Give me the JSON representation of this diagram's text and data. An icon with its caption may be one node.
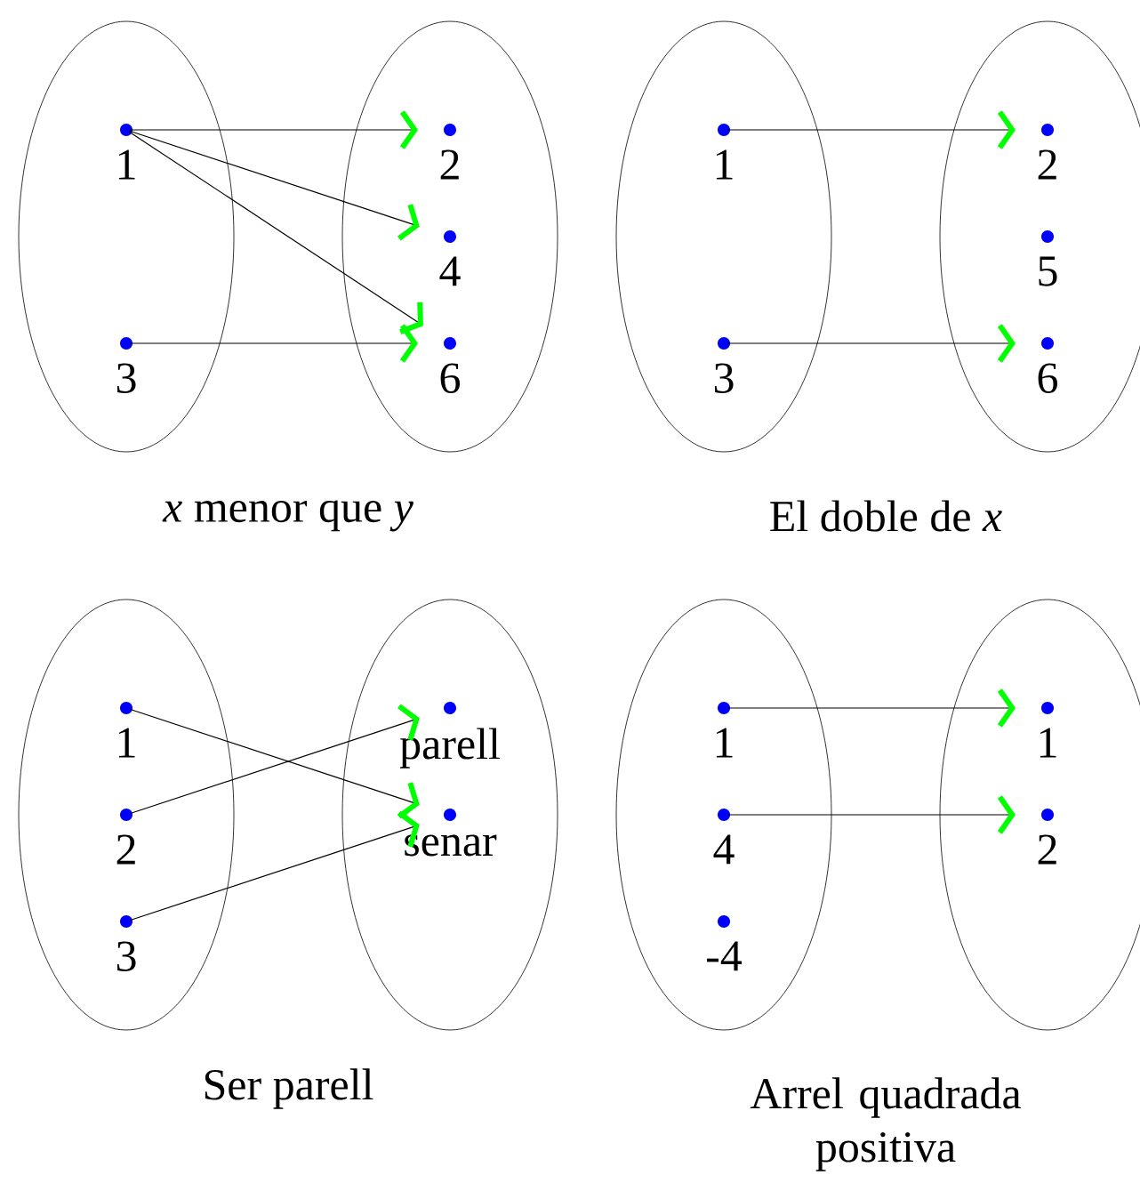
{
  "diagram": {
    "nodes": [
      {
        "text": [],
        "shape": "ellipse"
      },
      {
        "text": [
          "1"
        ],
        "in": 0
      },
      {
        "text": [
          "3"
        ],
        "in": 0
      },
      {
        "text": [],
        "shape": "ellipse"
      },
      {
        "text": [
          "2"
        ],
        "in": 3
      },
      {
        "text": [
          "4"
        ],
        "in": 3
      },
      {
        "text": [
          "6"
        ],
        "in": 3
      },
      {
        "text": [],
        "shape": "ellipse"
      },
      {
        "text": [
          "1"
        ],
        "in": 7
      },
      {
        "text": [
          "3"
        ],
        "in": 7
      },
      {
        "text": [],
        "shape": "ellipse"
      },
      {
        "text": [
          "2"
        ],
        "in": 10
      },
      {
        "text": [
          "5"
        ],
        "in": 10
      },
      {
        "text": [
          "6"
        ],
        "in": 10
      },
      {
        "text": [],
        "shape": "ellipse"
      },
      {
        "text": [
          "1"
        ],
        "in": 14
      },
      {
        "text": [
          "2"
        ],
        "in": 14
      },
      {
        "text": [
          "3"
        ],
        "in": 14
      },
      {
        "text": [],
        "shape": "ellipse"
      },
      {
        "text": [
          "parell"
        ],
        "in": 18
      },
      {
        "text": [
          "senar"
        ],
        "in": 18
      },
      {
        "text": [],
        "shape": "ellipse"
      },
      {
        "text": [
          "1"
        ],
        "in": 21
      },
      {
        "text": [
          "4"
        ],
        "in": 21
      },
      {
        "text": [
          "-4"
        ],
        "in": 21
      },
      {
        "text": [],
        "shape": "ellipse"
      },
      {
        "text": [
          "1"
        ],
        "in": 25
      },
      {
        "text": [
          "2"
        ],
        "in": 25
      }
    ],
    "edges": [
      {
        "from": 1,
        "to": 4,
        "arrow": "to"
      },
      {
        "from": 1,
        "to": 5,
        "arrow": "to"
      },
      {
        "from": 1,
        "to": 6,
        "arrow": "to"
      },
      {
        "from": 2,
        "to": 6,
        "arrow": "to"
      },
      {
        "from": 8,
        "to": 11,
        "arrow": "to"
      },
      {
        "from": 9,
        "to": 13,
        "arrow": "to"
      },
      {
        "from": 15,
        "to": 20,
        "arrow": "to"
      },
      {
        "from": 16,
        "to": 19,
        "arrow": "to"
      },
      {
        "from": 17,
        "to": 20,
        "arrow": "to"
      },
      {
        "from": 22,
        "to": 26,
        "arrow": "to"
      },
      {
        "from": 23,
        "to": 27,
        "arrow": "to"
      }
    ],
    "labels": [
      "*x* menor que *y*",
      "El doble de *x*",
      "Ser parell",
      "Arrel quadrada positiva"
    ]
  }
}
